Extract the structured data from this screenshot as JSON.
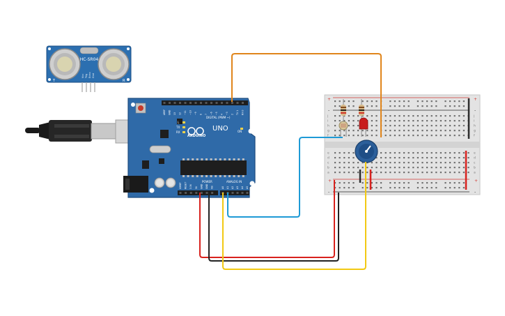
{
  "sensor": {
    "model": "HC-SR04",
    "left_mark": "T",
    "right_mark": "R",
    "pins": [
      "Vcc",
      "Trig",
      "Echo",
      "Gnd"
    ]
  },
  "arduino": {
    "logo": "ARDUINO",
    "model": "UNO",
    "digital_label": "DIGITAL (PWM ~)",
    "power_label": "POWER",
    "analog_label": "ANALOG IN",
    "digital_pins": [
      "AREF",
      "GND",
      "13",
      "12",
      "~11",
      "~10",
      "~9",
      "8",
      "7",
      "~6",
      "~5",
      "4",
      "~3",
      "2",
      "TX 1",
      "RX 0"
    ],
    "power_pins": [
      "IOREF",
      "RESET",
      "3.3V",
      "5V",
      "GND",
      "GND",
      "Vin"
    ],
    "analog_pins": [
      "A0",
      "A1",
      "A2",
      "A3",
      "A4",
      "A5"
    ],
    "led_labels": [
      "L",
      "TX",
      "RX"
    ],
    "on_label": "ON"
  },
  "breadboard": {
    "row_letters_top": [
      "j",
      "i",
      "h",
      "g",
      "f"
    ],
    "row_letters_bottom": [
      "e",
      "d",
      "c",
      "b",
      "a"
    ],
    "columns": 30,
    "plus": "+",
    "minus": "-"
  },
  "colors": {
    "board": "#2f6aa8",
    "board_dark": "#1f4d80",
    "wire_orange": "#e0851b",
    "wire_blue": "#1e9ad6",
    "wire_red": "#d8211d",
    "wire_black": "#222222",
    "wire_yellow": "#f2c913"
  }
}
